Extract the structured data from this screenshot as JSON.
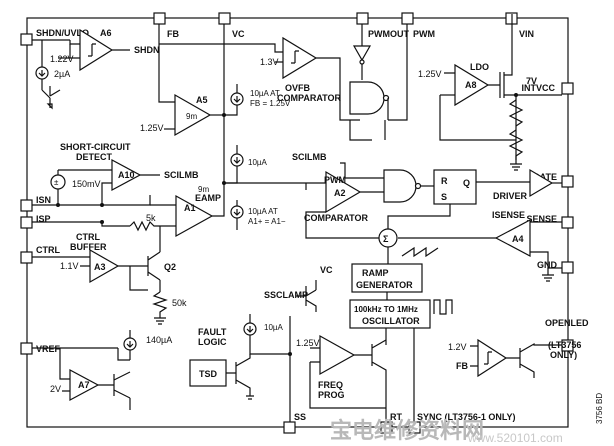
{
  "pins": {
    "shdn_uvlo": "SHDN/UVLO",
    "fb": "FB",
    "vc": "VC",
    "pwmout": "PWMOUT",
    "pwm": "PWM",
    "vin": "VIN",
    "intvcc": "INTVCC",
    "gate": "GATE",
    "sense": "SENSE",
    "gnd": "GND",
    "isn": "ISN",
    "isp": "ISP",
    "ctrl": "CTRL",
    "vref": "VREF",
    "ss": "SS",
    "rt": "RT",
    "sync": "SYNC (LT3756-1 ONLY)",
    "openled": "OPENLED"
  },
  "blocks": {
    "a6": "A6",
    "a5": "A5",
    "a10": "A10",
    "a1": "A1",
    "a3": "A3",
    "a7": "A7",
    "a2": "A2",
    "a4": "A4",
    "a8": "A8",
    "ldo": "LDO",
    "q2": "Q2",
    "gm_a5": "9m",
    "gm_a1": "9m",
    "eamp": "EAMP",
    "ovfb": "OVFB",
    "comparator": "COMPARATOR",
    "pwm_comp": "PWM",
    "pwm_comparator": "COMPARATOR",
    "short_circuit": "SHORT-CIRCUIT",
    "detect": "DETECT",
    "ctrl_buf": "CTRL",
    "buffer": "BUFFER",
    "driver": "DRIVER",
    "isense": "ISENSE",
    "ramp": "RAMP",
    "generator": "GENERATOR",
    "osc_freq": "100kHz TO 1MHz",
    "oscillator": "OSCILLATOR",
    "freq": "FREQ",
    "prog": "PROG",
    "tsd": "TSD",
    "fault": "FAULT",
    "logic": "LOGIC",
    "ssclamp": "SSCLAMP",
    "shdn": "SHDN",
    "scilmb": "SCILMB",
    "scilmb2": "SCILMB",
    "vc_node": "VC",
    "fb_node": "FB",
    "lt3756": "(LT3756",
    "only": "ONLY)",
    "sigma": "Σ",
    "ff_r": "R",
    "ff_s": "S",
    "ff_q": "Q"
  },
  "values": {
    "v122": "1.22V",
    "i2ua": "2µA",
    "v13": "1.3V",
    "v125_a5": "1.25V",
    "i10ua_1": "10µA AT",
    "fb125": "FB = 1.25V",
    "i10ua_2": "10µA",
    "v150m": "150mV",
    "r5k": "5k",
    "i10ua_3": "10µA AT",
    "a1eq": "A1+ = A1−",
    "v11": "1.1V",
    "r50k": "50k",
    "i140ua": "140µA",
    "v2": "2V",
    "i10ua_4": "10µA",
    "v125_freq": "1.25V",
    "v125_ldo": "1.25V",
    "v7": "7V",
    "v12": "1.2V"
  },
  "watermark": {
    "cn": "宝电维修资料网",
    "url": "www.520101.com",
    "code": "3756 BD"
  }
}
